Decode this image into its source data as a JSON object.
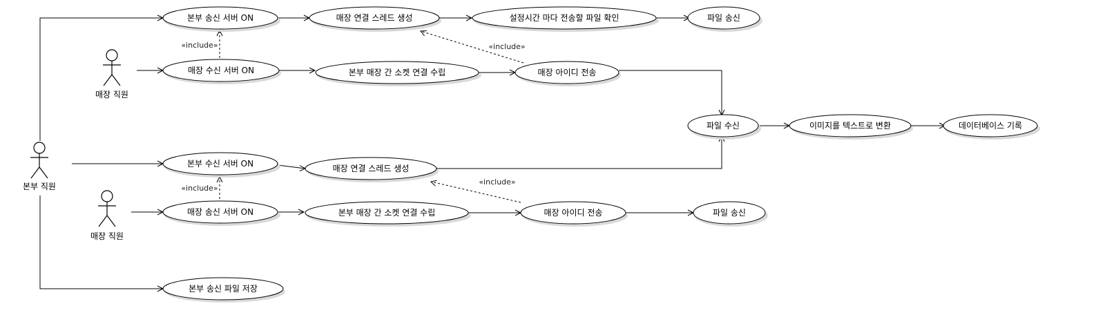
{
  "actors": {
    "hq_staff": "본부 직원",
    "store_staff_top": "매장 직원",
    "store_staff_bottom": "매장 직원"
  },
  "use_cases": {
    "hq_send_server_on": "본부 송신 서버 ON",
    "store_conn_thread_top": "매장 연결 스레드 생성",
    "check_files_interval": "설정시간 마다 전송할 파일 확인",
    "file_send_top": "파일 송신",
    "store_recv_server_on": "매장 수신 서버 ON",
    "socket_conn_top": "본부 매장 간 소켓 연결 수립",
    "store_id_send_top": "매장 아이디 전송",
    "file_receive": "파일 수신",
    "image_to_text": "이미지를 텍스트로 변환",
    "db_record": "데이터베이스 기록",
    "hq_recv_server_on": "본부 수신 서버 ON",
    "store_conn_thread_bottom": "매장 연결 스레드 생성",
    "store_send_server_on": "매장 송신 서버 ON",
    "socket_conn_bottom": "본부 매장 간 소켓 연결 수립",
    "store_id_send_bottom": "매장 아이디 전송",
    "file_send_bottom": "파일 송신",
    "hq_file_save": "본부 송신 파일 저장"
  },
  "stereotypes": {
    "include_1": "«include»",
    "include_2": "«include»",
    "include_3": "«include»",
    "include_4": "«include»"
  }
}
